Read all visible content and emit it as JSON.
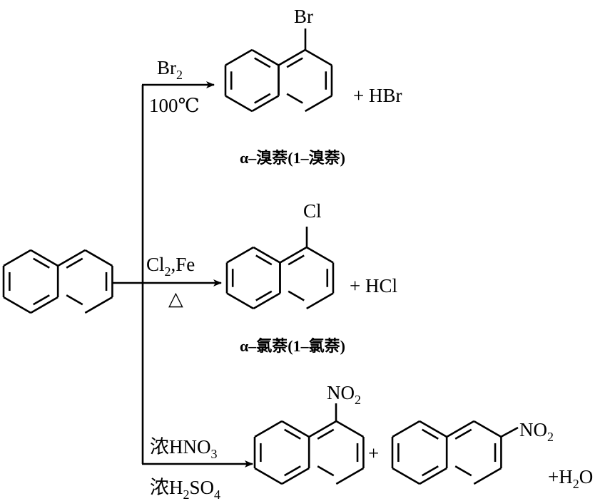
{
  "reactions": {
    "bromination": {
      "reagent": "Br",
      "reagent_sub": "2",
      "condition": "100℃",
      "substituent": "Br",
      "byproduct": "+ HBr",
      "caption": "α–溴萘(1–溴萘)"
    },
    "chlorination": {
      "reagent": "Cl",
      "reagent_sub": "2",
      "reagent_rest": ",Fe",
      "condition": "△",
      "substituent": "Cl",
      "byproduct": "+ HCl",
      "caption": "α–氯萘(1–氯萘)"
    },
    "nitration": {
      "reagent1": "浓HNO",
      "reagent1_sub": "3",
      "reagent2_a": "浓H",
      "reagent2_sub1": "2",
      "reagent2_b": "SO",
      "reagent2_sub2": "4",
      "substituent": "NO",
      "substituent_sub": "2",
      "plus": "+",
      "byproduct_a": "+H",
      "byproduct_sub": "2",
      "byproduct_b": "O"
    }
  }
}
